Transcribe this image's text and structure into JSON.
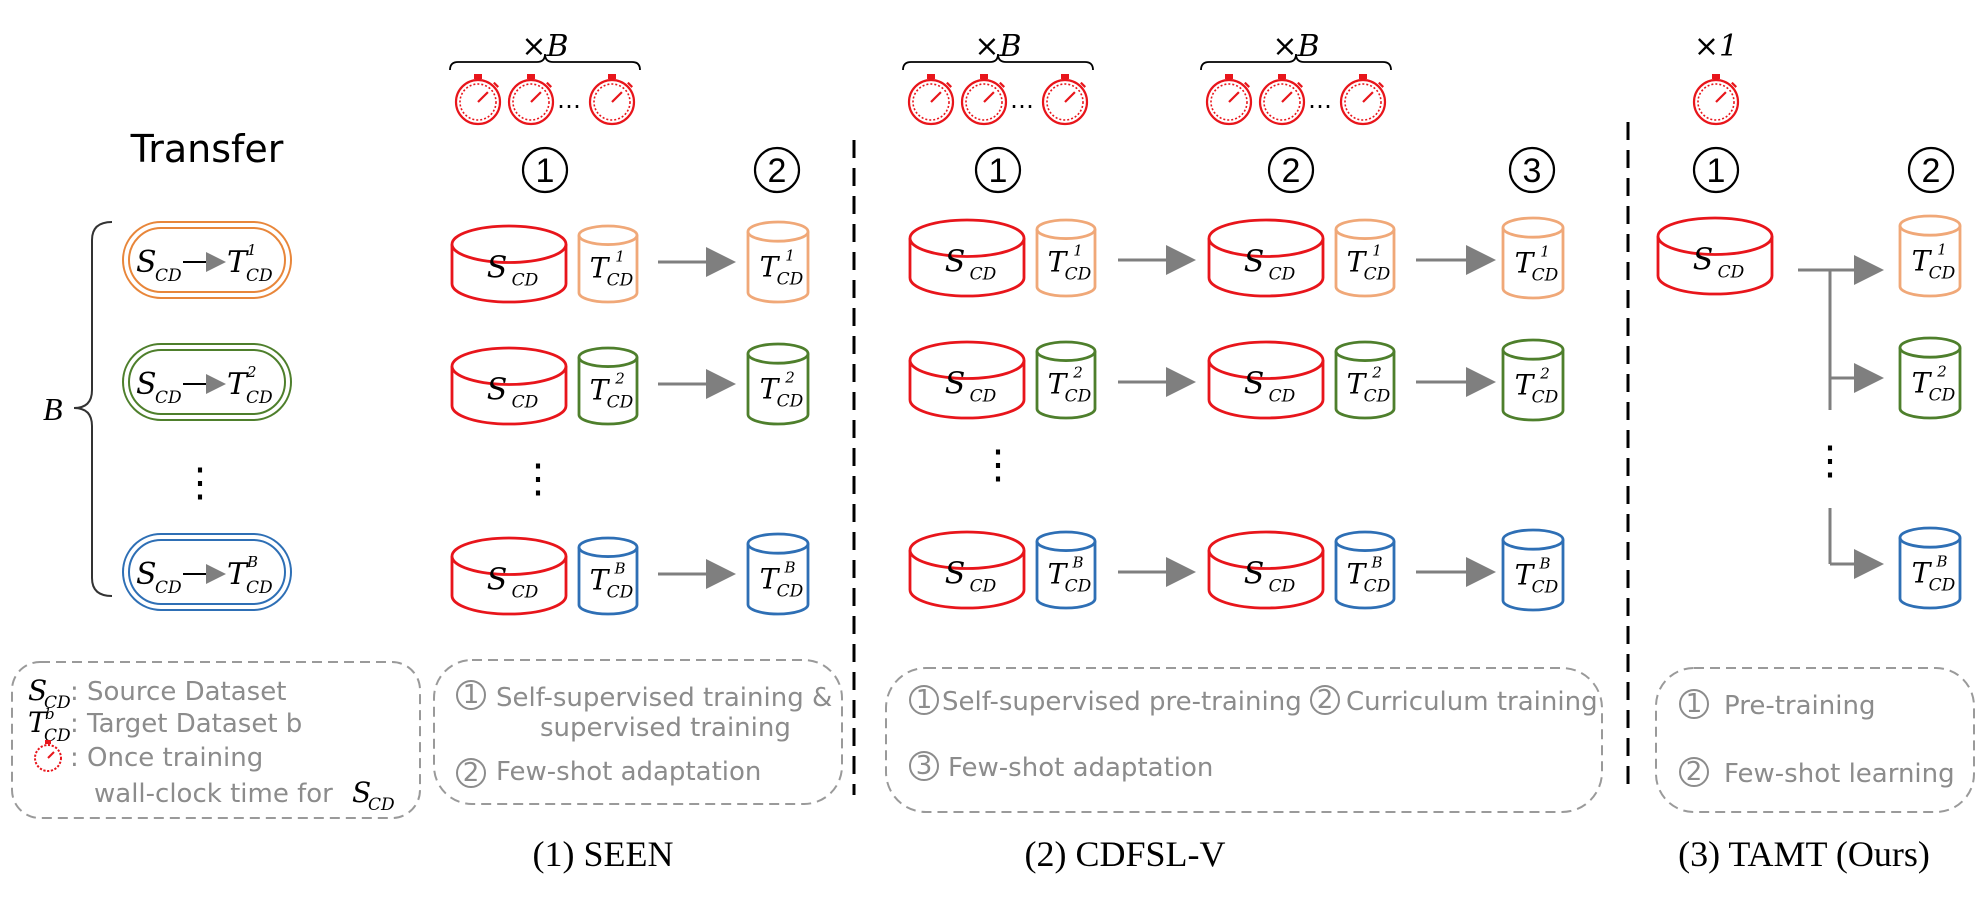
{
  "transfer_title": "Transfer",
  "batch_symbol": "B",
  "times_B": "×B",
  "times_1": "×1",
  "ellipsis": "…",
  "vdots": "⋮",
  "source_symbol": "S",
  "source_sub": "CD",
  "target_symbol": "T",
  "target_sub": "CD",
  "target_sups": [
    "1",
    "2",
    "B"
  ],
  "legend": {
    "source_label": ": Source Dataset",
    "target_label": ": Target Dataset b",
    "target_sup": "b",
    "timer_line1": ": Once training",
    "timer_line2": "wall-clock time for"
  },
  "sections": {
    "seen": {
      "caption": "(1) SEEN",
      "steps": [
        "1",
        "2"
      ],
      "desc": [
        "Self-supervised training &",
        "supervised training",
        "Few-shot adaptation"
      ]
    },
    "cdfslv": {
      "caption": "(2) CDFSL-V",
      "steps": [
        "1",
        "2",
        "3"
      ],
      "desc": [
        "Self-supervised pre-training",
        "Curriculum training",
        "Few-shot adaptation"
      ]
    },
    "tamt": {
      "caption": "(3) TAMT (Ours)",
      "steps": [
        "1",
        "2"
      ],
      "desc": [
        "Pre-training",
        "Few-shot learning"
      ]
    }
  },
  "colors": {
    "source": "#e8151b",
    "target1": "#f0a878",
    "target2": "#4e7f2c",
    "targetB": "#2e6fb5",
    "arrow": "#7f7f7f",
    "legend_border": "#9a9a9a",
    "legend_text": "#8c8c8c"
  },
  "icons": [
    "timer-icon",
    "arrow-icon",
    "database-icon",
    "circled-number-icon",
    "brace-icon"
  ]
}
